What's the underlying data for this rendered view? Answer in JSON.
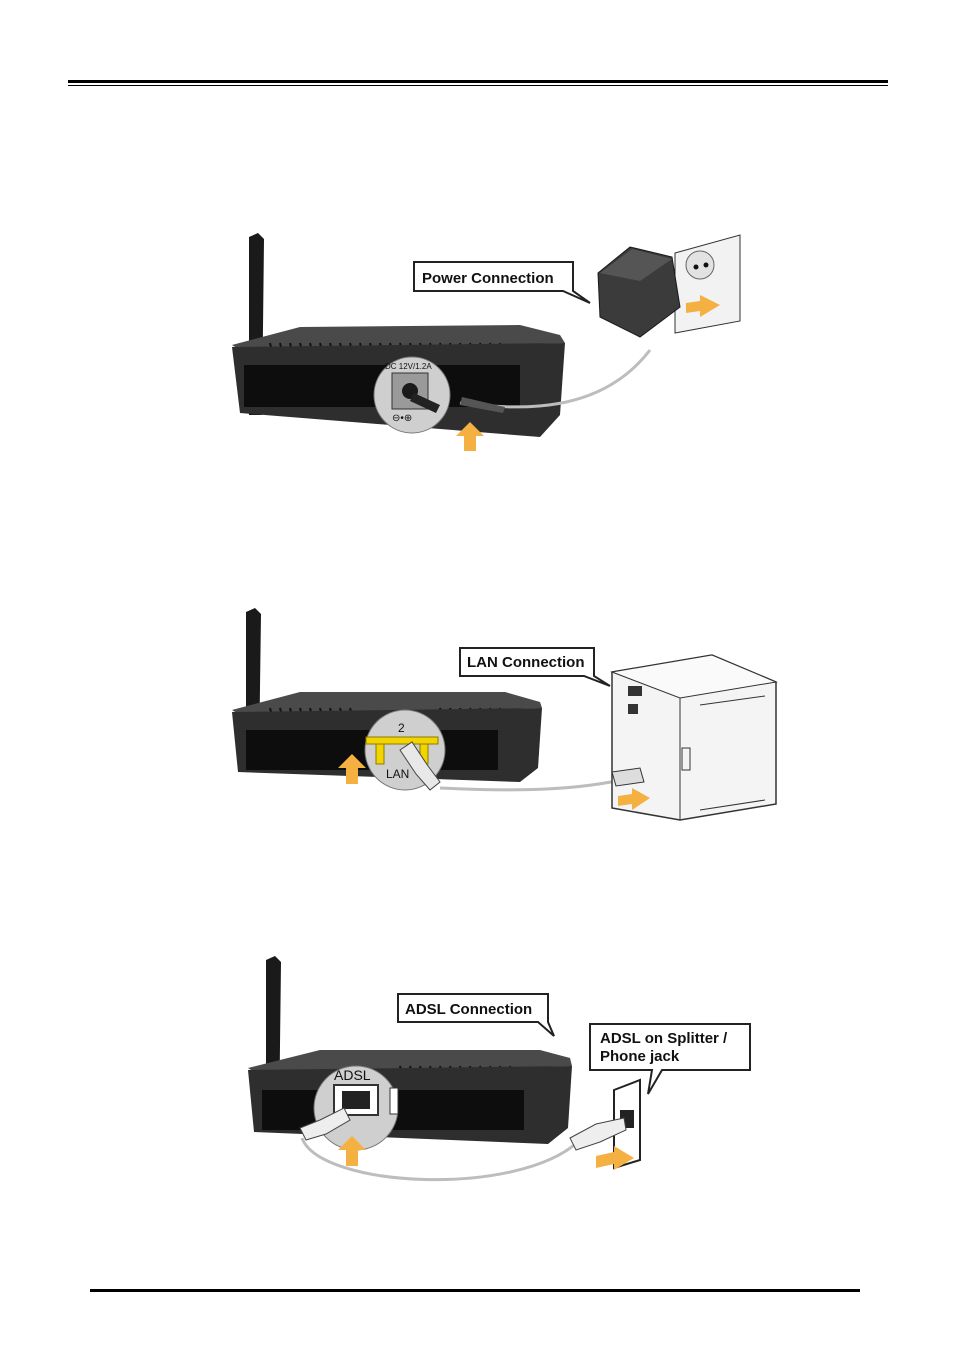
{
  "figures": {
    "power": {
      "callout": "Power Connection",
      "port_label": "DC 12V/1.2A",
      "polarity": "⊖•⊕"
    },
    "lan": {
      "callout": "LAN Connection",
      "port_number": "2",
      "port_label": "LAN"
    },
    "adsl": {
      "callout": "ADSL Connection",
      "splitter_line1": "ADSL on Splitter /",
      "splitter_line2": "Phone jack",
      "port_label": "ADSL"
    }
  },
  "colors": {
    "router_body": "#2e2e2e",
    "router_panel": "#0d0d0d",
    "arrow": "#f5b042",
    "zoom_circle": "#cfcfcf",
    "lan_port": "#f2d400",
    "cable": "#bdbdbd"
  }
}
